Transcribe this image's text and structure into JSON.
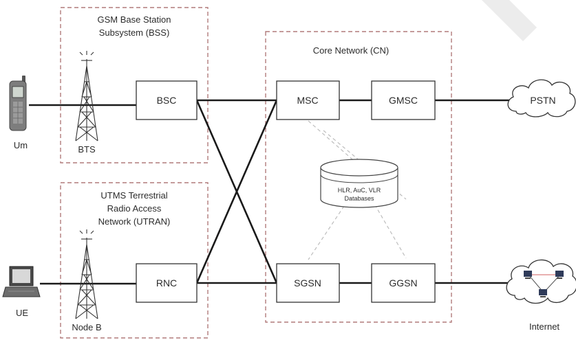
{
  "regions": {
    "bss_line1": "GSM Base Station",
    "bss_line2": "Subsystem (BSS)",
    "utran_line1": "UTMS Terrestrial",
    "utran_line2": "Radio Access",
    "utran_line3": "Network (UTRAN)",
    "core": "Core Network (CN)"
  },
  "nodes": {
    "bsc": "BSC",
    "rnc": "RNC",
    "msc": "MSC",
    "gmsc": "GMSC",
    "sgsn": "SGSN",
    "ggsn": "GGSN",
    "pstn": "PSTN"
  },
  "database": {
    "line1": "HLR, AuC, VLR",
    "line2": "Databases"
  },
  "labels": {
    "um": "Um",
    "bts": "BTS",
    "ue": "UE",
    "node_b": "Node B",
    "internet": "Internet"
  }
}
